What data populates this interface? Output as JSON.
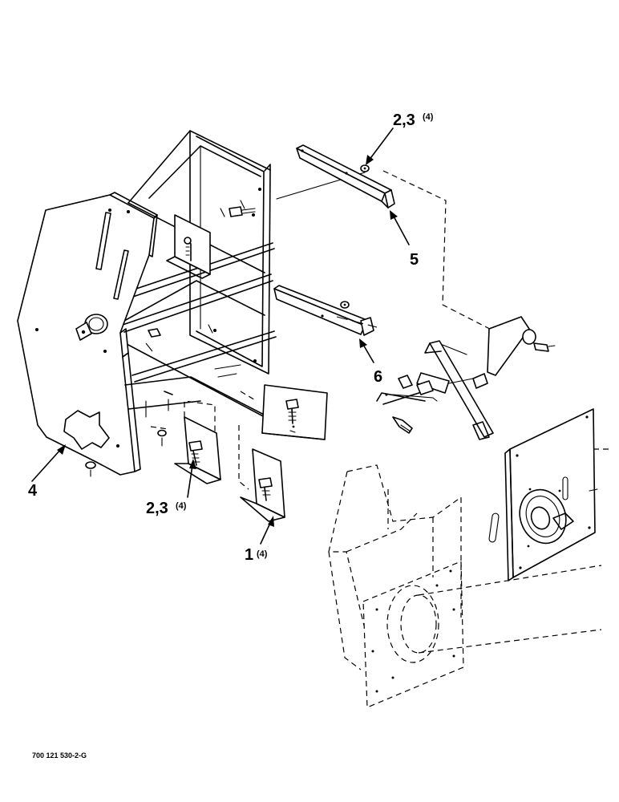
{
  "callouts": [
    {
      "id": "c1",
      "num": "1",
      "qty": "(4)"
    },
    {
      "id": "c23a",
      "num": "2,3",
      "qty": "(4)"
    },
    {
      "id": "c23b",
      "num": "2,3",
      "qty": "(4)"
    },
    {
      "id": "c4",
      "num": "4",
      "qty": ""
    },
    {
      "id": "c5",
      "num": "5",
      "qty": ""
    },
    {
      "id": "c6",
      "num": "6",
      "qty": ""
    }
  ],
  "document_id": "700 121 530-2-G"
}
